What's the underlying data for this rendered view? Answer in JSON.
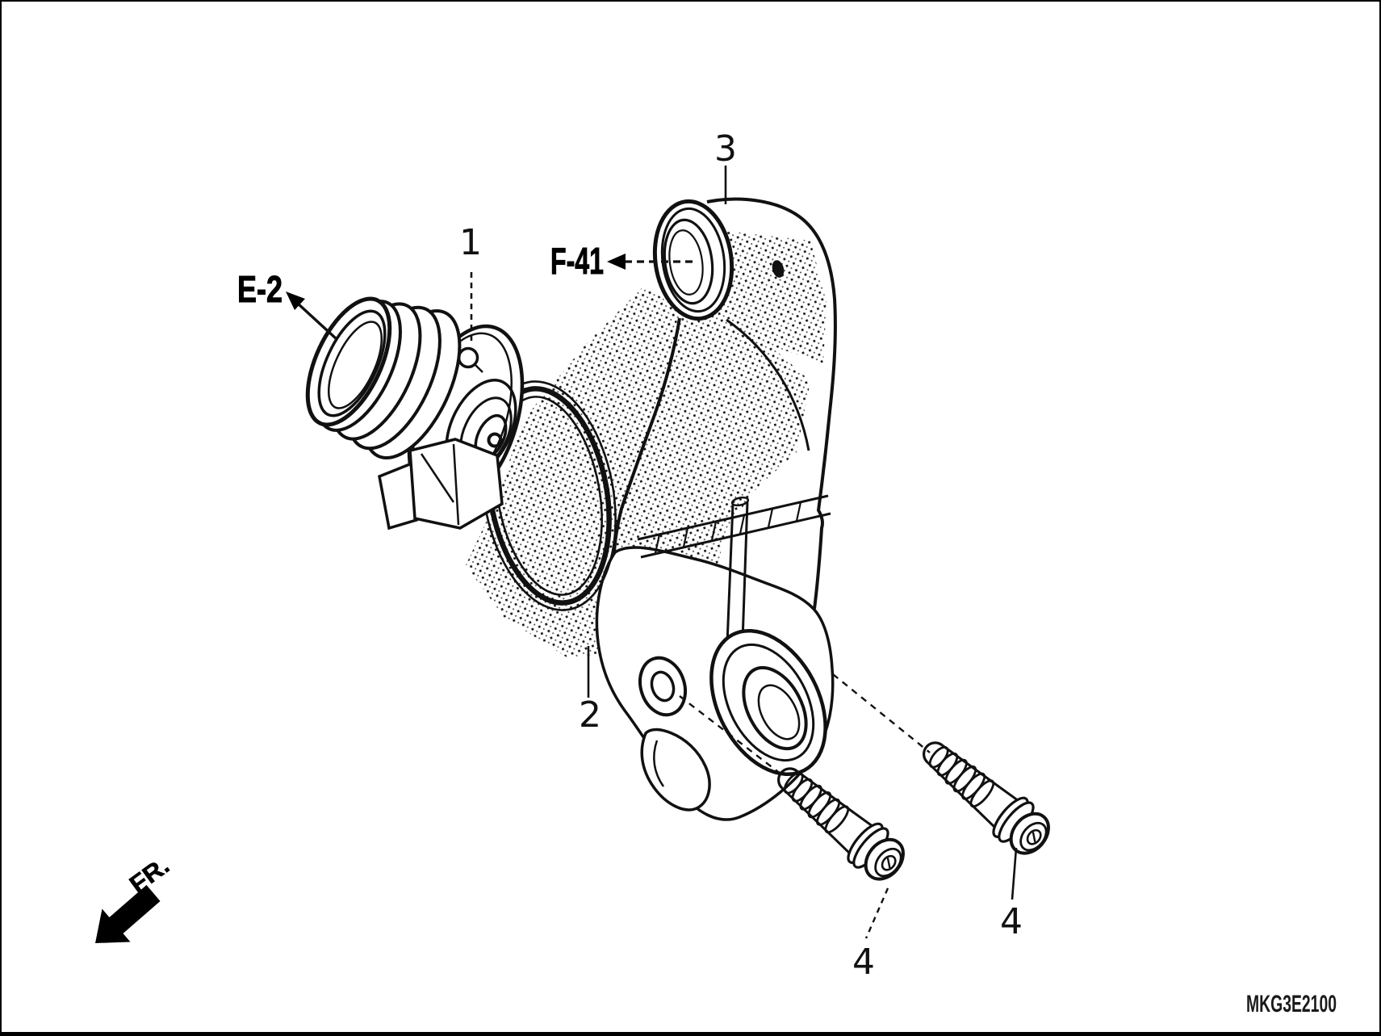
{
  "diagram": {
    "code": "MKG3E2100",
    "front_marker": "FR.",
    "background_color": "#ffffff",
    "line_color": "#111111"
  },
  "callouts": {
    "part1": "1",
    "part2": "2",
    "part3": "3",
    "part4_left": "4",
    "part4_right": "4"
  },
  "references": {
    "e2": "E-2",
    "f41": "F-41"
  }
}
